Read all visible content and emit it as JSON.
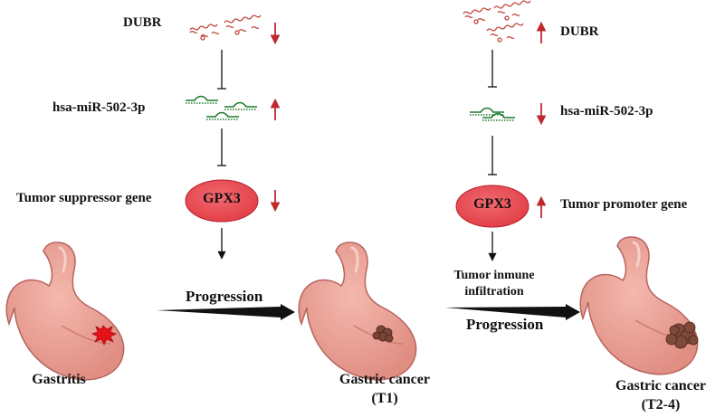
{
  "left_axis": {
    "dubr_label": "DUBR",
    "mirna_label": "hsa-miR-502-3p",
    "gene_role_label": "Tumor suppressor gene",
    "gpx3_label": "GPX3"
  },
  "right_axis": {
    "dubr_label": "DUBR",
    "mirna_label": "hsa-miR-502-3p",
    "gene_role_label": "Tumor promoter gene",
    "gpx3_label": "GPX3"
  },
  "progression": {
    "first_label": "Progression",
    "second_label": "Progression",
    "immune_line1": "Tumor inmune",
    "immune_line2": "infiltration"
  },
  "stages": [
    {
      "line1": "Gastritis",
      "line2": ""
    },
    {
      "line1": "Gastric cancer",
      "line2": "(T1)"
    },
    {
      "line1": "Gastric cancer",
      "line2": "(T2-4)"
    }
  ],
  "colors": {
    "arrow_red": "#c0282d",
    "rna_red": "#c2463b",
    "mirna_green": "#1e7a2e",
    "gpx3_fill": "#e8474f",
    "stomach_fill": "#e8948a",
    "stomach_edge": "#b6645e",
    "lesion_red": "#e5121a",
    "tumor_brown": "#7a4436"
  }
}
